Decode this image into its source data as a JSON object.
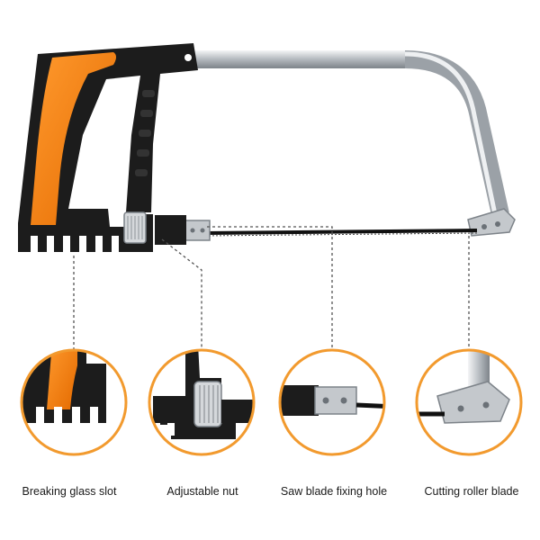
{
  "callouts": [
    {
      "label": "Breaking glass slot"
    },
    {
      "label": "Adjustable nut"
    },
    {
      "label": "Saw blade fixing hole"
    },
    {
      "label": "Cutting roller blade"
    }
  ],
  "colors": {
    "handle_orange": "#f07a10",
    "handle_black": "#1c1c1c",
    "frame_chrome": "#c8ccd0",
    "ring_orange": "#f29a2e",
    "leader_gray": "#555555"
  }
}
